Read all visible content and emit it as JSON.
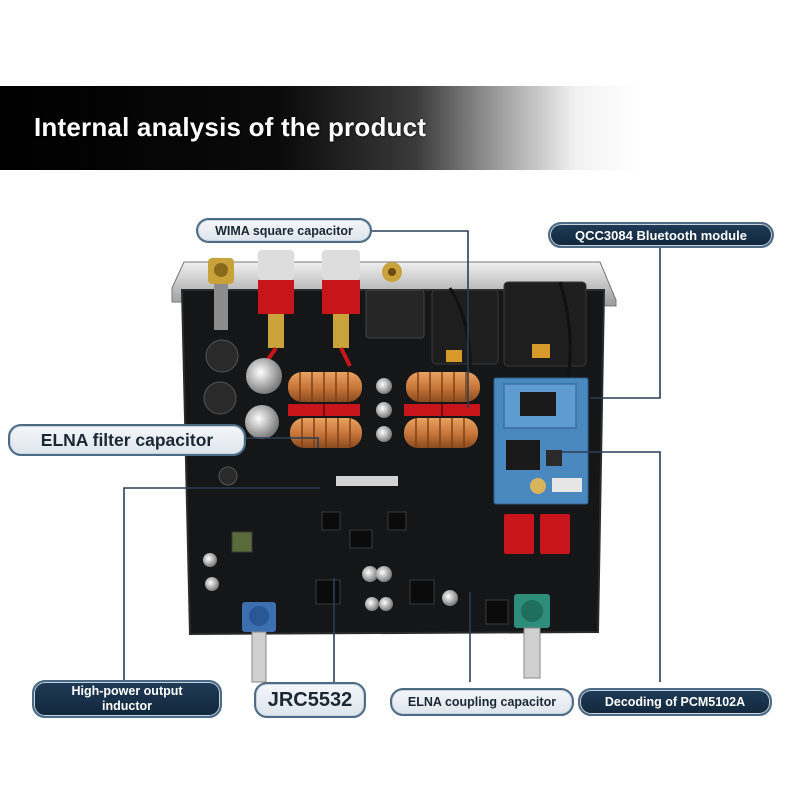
{
  "banner": {
    "title": "Internal analysis of the product"
  },
  "labels": {
    "wima": "WIMA square capacitor",
    "qcc": "QCC3084 Bluetooth module",
    "elna_filter": "ELNA filter capacitor",
    "inductor_line1": "High-power output",
    "inductor_line2": "inductor",
    "jrc": "JRC5532",
    "elna_coupling": "ELNA coupling capacitor",
    "pcm": "Decoding of PCM5102A"
  },
  "colors": {
    "board": "#151617",
    "pill_dark": "#1a3349",
    "pill_border": "#4e6b85",
    "connector_red": "#c8151b",
    "inductor_copper": "#c9773a",
    "bt_module_blue": "#4a88c0",
    "knob_teal": "#2e8c7a",
    "knob_blue": "#3c6fb0"
  }
}
